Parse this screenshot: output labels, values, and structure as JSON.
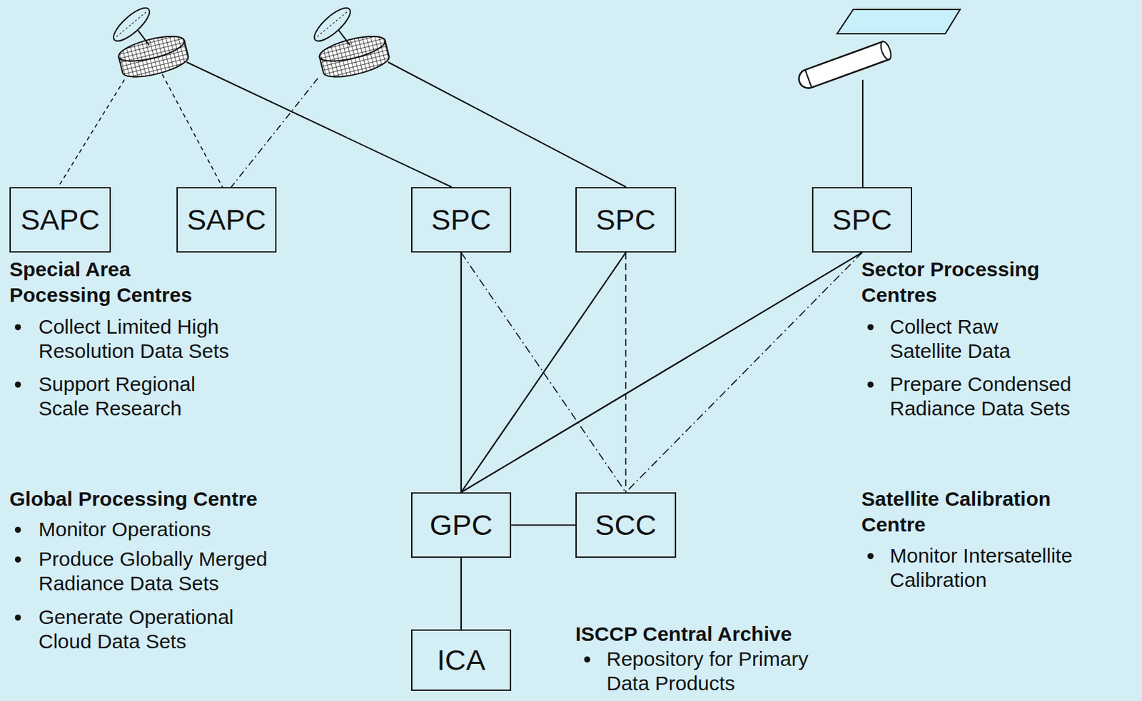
{
  "diagram": {
    "nodes": [
      {
        "text": [
          "SAPC"
        ]
      },
      {
        "text": [
          "SAPC"
        ]
      },
      {
        "text": [
          "SPC"
        ]
      },
      {
        "text": [
          "SPC"
        ]
      },
      {
        "text": [
          "SPC"
        ]
      },
      {
        "text": [
          "GPC"
        ]
      },
      {
        "text": [
          "SCC"
        ]
      },
      {
        "text": [
          "ICA"
        ]
      }
    ],
    "edges": [
      {
        "from": 2,
        "to": 5,
        "arrow": "none"
      },
      {
        "from": 2,
        "to": 6,
        "arrow": "none"
      },
      {
        "from": 3,
        "to": 5,
        "arrow": "none"
      },
      {
        "from": 3,
        "to": 6,
        "arrow": "none"
      },
      {
        "from": 4,
        "to": 5,
        "arrow": "none"
      },
      {
        "from": 4,
        "to": 6,
        "arrow": "none"
      },
      {
        "from": 5,
        "to": 6,
        "arrow": "none"
      },
      {
        "from": 5,
        "to": 7,
        "arrow": "none"
      }
    ],
    "labels": [
      "Special Area Pocessing Centres",
      "Collect Limited High Resolution Data Sets",
      "Support Regional Scale Research",
      "Sector Processing Centres",
      "Collect Raw Satellite Data",
      "Prepare Condensed Radiance Data Sets",
      "Global Processing Centre",
      "Monitor Operations",
      "Produce Globally Merged Radiance Data Sets",
      "Generate Operational Cloud Data Sets",
      "Satellite Calibration Centre",
      "Monitor Intersatellite Calibration",
      "ISCCP Central Archive",
      "Repository for Primary Data Products"
    ]
  }
}
